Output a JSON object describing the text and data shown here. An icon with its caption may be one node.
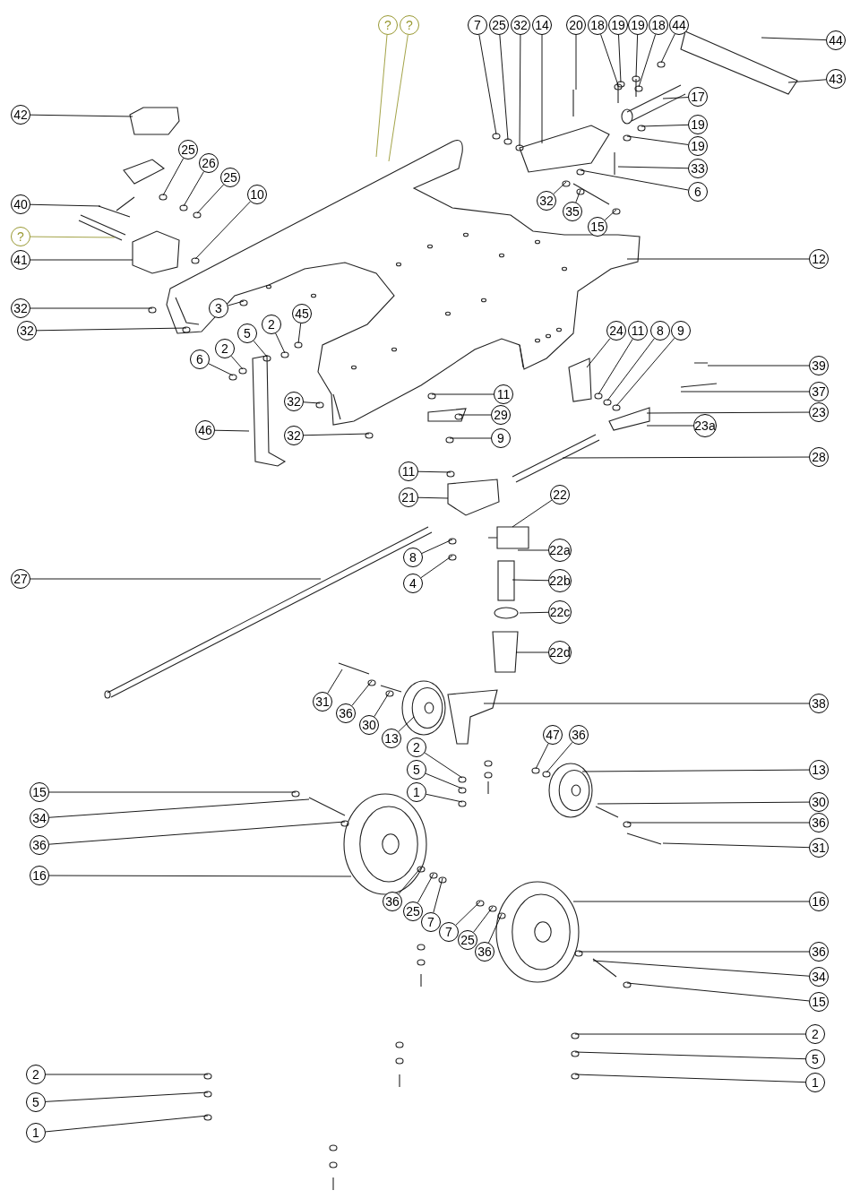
{
  "diagram": {
    "nodes": [
      {
        "text": [
          "?"
        ]
      },
      {
        "text": [
          "?"
        ]
      },
      {
        "text": [
          "7"
        ]
      },
      {
        "text": [
          "25"
        ]
      },
      {
        "text": [
          "32"
        ]
      },
      {
        "text": [
          "14"
        ]
      },
      {
        "text": [
          "20"
        ]
      },
      {
        "text": [
          "18"
        ]
      },
      {
        "text": [
          "19"
        ]
      },
      {
        "text": [
          "19"
        ]
      },
      {
        "text": [
          "18"
        ]
      },
      {
        "text": [
          "44"
        ]
      },
      {
        "text": [
          "44"
        ]
      },
      {
        "text": [
          "42"
        ]
      },
      {
        "text": [
          "43"
        ]
      },
      {
        "text": [
          "17"
        ]
      },
      {
        "text": [
          "19"
        ]
      },
      {
        "text": [
          "19"
        ]
      },
      {
        "text": [
          "33"
        ]
      },
      {
        "text": [
          "25"
        ]
      },
      {
        "text": [
          "26"
        ]
      },
      {
        "text": [
          "6"
        ]
      },
      {
        "text": [
          "25"
        ]
      },
      {
        "text": [
          "10"
        ]
      },
      {
        "text": [
          "40"
        ]
      },
      {
        "text": [
          "32"
        ]
      },
      {
        "text": [
          "35"
        ]
      },
      {
        "text": [
          "15"
        ]
      },
      {
        "text": [
          "?"
        ]
      },
      {
        "text": [
          "41"
        ]
      },
      {
        "text": [
          "12"
        ]
      },
      {
        "text": [
          "32"
        ]
      },
      {
        "text": [
          "3"
        ]
      },
      {
        "text": [
          "45"
        ]
      },
      {
        "text": [
          "32"
        ]
      },
      {
        "text": [
          "2"
        ]
      },
      {
        "text": [
          "24"
        ]
      },
      {
        "text": [
          "11"
        ]
      },
      {
        "text": [
          "8"
        ]
      },
      {
        "text": [
          "9"
        ]
      },
      {
        "text": [
          "5"
        ]
      },
      {
        "text": [
          "2"
        ]
      },
      {
        "text": [
          "6"
        ]
      },
      {
        "text": [
          "39"
        ]
      },
      {
        "text": [
          "11"
        ]
      },
      {
        "text": [
          "37"
        ]
      },
      {
        "text": [
          "32"
        ]
      },
      {
        "text": [
          "23"
        ]
      },
      {
        "text": [
          "29"
        ]
      },
      {
        "text": [
          "23a"
        ]
      },
      {
        "text": [
          "46"
        ]
      },
      {
        "text": [
          "32"
        ]
      },
      {
        "text": [
          "9"
        ]
      },
      {
        "text": [
          "28"
        ]
      },
      {
        "text": [
          "11"
        ]
      },
      {
        "text": [
          "21"
        ]
      },
      {
        "text": [
          "22"
        ]
      },
      {
        "text": [
          "22a"
        ]
      },
      {
        "text": [
          "8"
        ]
      },
      {
        "text": [
          "22b"
        ]
      },
      {
        "text": [
          "27"
        ]
      },
      {
        "text": [
          "4"
        ]
      },
      {
        "text": [
          "22c"
        ]
      },
      {
        "text": [
          "22d"
        ]
      },
      {
        "text": [
          "31"
        ]
      },
      {
        "text": [
          "38"
        ]
      },
      {
        "text": [
          "36"
        ]
      },
      {
        "text": [
          "30"
        ]
      },
      {
        "text": [
          "47"
        ]
      },
      {
        "text": [
          "36"
        ]
      },
      {
        "text": [
          "13"
        ]
      },
      {
        "text": [
          "2"
        ]
      },
      {
        "text": [
          "5"
        ]
      },
      {
        "text": [
          "13"
        ]
      },
      {
        "text": [
          "1"
        ]
      },
      {
        "text": [
          "15"
        ]
      },
      {
        "text": [
          "30"
        ]
      },
      {
        "text": [
          "34"
        ]
      },
      {
        "text": [
          "36"
        ]
      },
      {
        "text": [
          "36"
        ]
      },
      {
        "text": [
          "31"
        ]
      },
      {
        "text": [
          "16"
        ]
      },
      {
        "text": [
          "16"
        ]
      },
      {
        "text": [
          "36"
        ]
      },
      {
        "text": [
          "25"
        ]
      },
      {
        "text": [
          "7"
        ]
      },
      {
        "text": [
          "7"
        ]
      },
      {
        "text": [
          "25"
        ]
      },
      {
        "text": [
          "36"
        ]
      },
      {
        "text": [
          "36"
        ]
      },
      {
        "text": [
          "34"
        ]
      },
      {
        "text": [
          "15"
        ]
      },
      {
        "text": [
          "2"
        ]
      },
      {
        "text": [
          "5"
        ]
      },
      {
        "text": [
          "2"
        ]
      },
      {
        "text": [
          "1"
        ]
      },
      {
        "text": [
          "5"
        ]
      },
      {
        "text": [
          "1"
        ]
      }
    ],
    "edges": [
      {
        "from": 0,
        "to": null,
        "arrow": "none",
        "color": "#999933"
      },
      {
        "from": 1,
        "to": null,
        "arrow": "none",
        "color": "#999933"
      },
      {
        "from": 2,
        "to": null,
        "arrow": "none"
      },
      {
        "from": 3,
        "to": null,
        "arrow": "none"
      },
      {
        "from": 4,
        "to": null,
        "arrow": "none"
      },
      {
        "from": 5,
        "to": null,
        "arrow": "none"
      },
      {
        "from": 6,
        "to": null,
        "arrow": "none"
      },
      {
        "from": 7,
        "to": null,
        "arrow": "none"
      },
      {
        "from": 8,
        "to": null,
        "arrow": "none"
      },
      {
        "from": 9,
        "to": null,
        "arrow": "none"
      },
      {
        "from": 10,
        "to": null,
        "arrow": "none"
      },
      {
        "from": 11,
        "to": null,
        "arrow": "none"
      },
      {
        "from": 12,
        "to": null,
        "arrow": "none"
      },
      {
        "from": 13,
        "to": null,
        "arrow": "none"
      },
      {
        "from": 14,
        "to": null,
        "arrow": "none"
      },
      {
        "from": 15,
        "to": null,
        "arrow": "none"
      },
      {
        "from": 16,
        "to": null,
        "arrow": "none"
      },
      {
        "from": 17,
        "to": null,
        "arrow": "none"
      },
      {
        "from": 18,
        "to": null,
        "arrow": "none"
      },
      {
        "from": 19,
        "to": null,
        "arrow": "none"
      },
      {
        "from": 20,
        "to": null,
        "arrow": "none"
      },
      {
        "from": 21,
        "to": null,
        "arrow": "none"
      },
      {
        "from": 22,
        "to": null,
        "arrow": "none"
      },
      {
        "from": 23,
        "to": null,
        "arrow": "none"
      },
      {
        "from": 24,
        "to": null,
        "arrow": "none"
      },
      {
        "from": 25,
        "to": null,
        "arrow": "none"
      },
      {
        "from": 26,
        "to": null,
        "arrow": "none"
      },
      {
        "from": 27,
        "to": null,
        "arrow": "none"
      },
      {
        "from": 28,
        "to": null,
        "arrow": "none",
        "color": "#999933"
      },
      {
        "from": 29,
        "to": null,
        "arrow": "none"
      },
      {
        "from": 30,
        "to": null,
        "arrow": "none"
      },
      {
        "from": 31,
        "to": null,
        "arrow": "none"
      },
      {
        "from": 32,
        "to": null,
        "arrow": "none"
      },
      {
        "from": 33,
        "to": null,
        "arrow": "none"
      },
      {
        "from": 34,
        "to": null,
        "arrow": "none"
      },
      {
        "from": 35,
        "to": null,
        "arrow": "none"
      },
      {
        "from": 36,
        "to": null,
        "arrow": "none"
      },
      {
        "from": 37,
        "to": null,
        "arrow": "none"
      },
      {
        "from": 38,
        "to": null,
        "arrow": "none"
      },
      {
        "from": 39,
        "to": null,
        "arrow": "none"
      },
      {
        "from": 40,
        "to": null,
        "arrow": "none"
      },
      {
        "from": 41,
        "to": null,
        "arrow": "none"
      },
      {
        "from": 42,
        "to": null,
        "arrow": "none"
      },
      {
        "from": 43,
        "to": null,
        "arrow": "none"
      },
      {
        "from": 44,
        "to": null,
        "arrow": "none"
      },
      {
        "from": 45,
        "to": null,
        "arrow": "none"
      },
      {
        "from": 46,
        "to": null,
        "arrow": "none"
      },
      {
        "from": 47,
        "to": null,
        "arrow": "none"
      },
      {
        "from": 48,
        "to": null,
        "arrow": "none"
      },
      {
        "from": 49,
        "to": null,
        "arrow": "none"
      },
      {
        "from": 50,
        "to": null,
        "arrow": "none"
      },
      {
        "from": 51,
        "to": null,
        "arrow": "none"
      },
      {
        "from": 52,
        "to": null,
        "arrow": "none"
      },
      {
        "from": 53,
        "to": null,
        "arrow": "none"
      },
      {
        "from": 54,
        "to": null,
        "arrow": "none"
      },
      {
        "from": 55,
        "to": null,
        "arrow": "none"
      },
      {
        "from": 56,
        "to": null,
        "arrow": "none"
      },
      {
        "from": 57,
        "to": null,
        "arrow": "none"
      },
      {
        "from": 58,
        "to": null,
        "arrow": "none"
      },
      {
        "from": 59,
        "to": null,
        "arrow": "none"
      },
      {
        "from": 60,
        "to": null,
        "arrow": "none"
      },
      {
        "from": 61,
        "to": null,
        "arrow": "none"
      },
      {
        "from": 62,
        "to": null,
        "arrow": "none"
      },
      {
        "from": 63,
        "to": null,
        "arrow": "none"
      },
      {
        "from": 64,
        "to": null,
        "arrow": "none"
      },
      {
        "from": 65,
        "to": null,
        "arrow": "none"
      },
      {
        "from": 66,
        "to": null,
        "arrow": "none"
      },
      {
        "from": 67,
        "to": null,
        "arrow": "none"
      },
      {
        "from": 68,
        "to": null,
        "arrow": "none"
      },
      {
        "from": 69,
        "to": null,
        "arrow": "none"
      },
      {
        "from": 70,
        "to": null,
        "arrow": "none"
      },
      {
        "from": 71,
        "to": null,
        "arrow": "none"
      },
      {
        "from": 72,
        "to": null,
        "arrow": "none"
      },
      {
        "from": 73,
        "to": null,
        "arrow": "none"
      },
      {
        "from": 74,
        "to": null,
        "arrow": "none"
      },
      {
        "from": 75,
        "to": null,
        "arrow": "none"
      },
      {
        "from": 76,
        "to": null,
        "arrow": "none"
      },
      {
        "from": 77,
        "to": null,
        "arrow": "none"
      },
      {
        "from": 78,
        "to": null,
        "arrow": "none"
      },
      {
        "from": 79,
        "to": null,
        "arrow": "none"
      },
      {
        "from": 80,
        "to": null,
        "arrow": "none"
      },
      {
        "from": 81,
        "to": null,
        "arrow": "none"
      },
      {
        "from": 82,
        "to": null,
        "arrow": "none"
      },
      {
        "from": 83,
        "to": null,
        "arrow": "none"
      },
      {
        "from": 84,
        "to": null,
        "arrow": "none"
      },
      {
        "from": 85,
        "to": null,
        "arrow": "none"
      },
      {
        "from": 86,
        "to": null,
        "arrow": "none"
      },
      {
        "from": 87,
        "to": null,
        "arrow": "none"
      },
      {
        "from": 88,
        "to": null,
        "arrow": "none"
      },
      {
        "from": 89,
        "to": null,
        "arrow": "none"
      },
      {
        "from": 90,
        "to": null,
        "arrow": "none"
      },
      {
        "from": 91,
        "to": null,
        "arrow": "none"
      },
      {
        "from": 92,
        "to": null,
        "arrow": "none"
      },
      {
        "from": 93,
        "to": null,
        "arrow": "none"
      },
      {
        "from": 94,
        "to": null,
        "arrow": "none"
      },
      {
        "from": 95,
        "to": null,
        "arrow": "none"
      },
      {
        "from": 96,
        "to": null,
        "arrow": "none"
      },
      {
        "from": 97,
        "to": null,
        "arrow": "none"
      }
    ]
  }
}
